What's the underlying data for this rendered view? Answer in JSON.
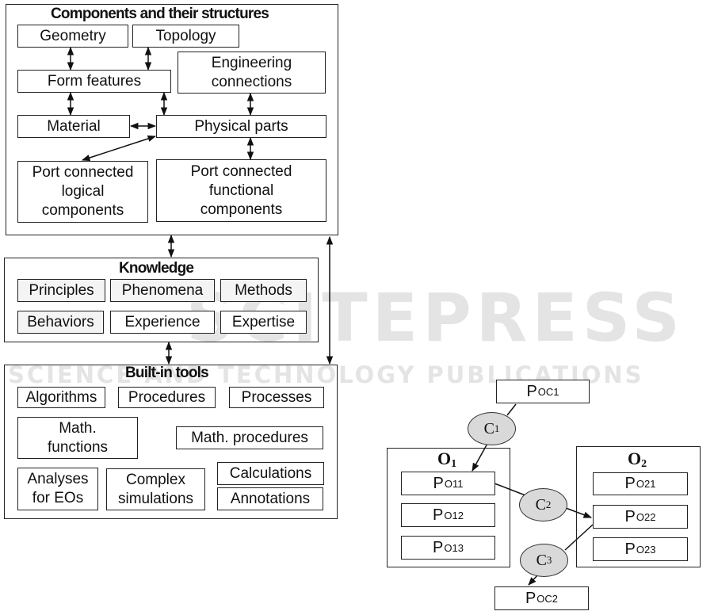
{
  "watermark": {
    "brand": "SCITEPRESS",
    "tagline": "SCIENCE AND TECHNOLOGY PUBLICATIONS"
  },
  "components": {
    "title": "Components and their structures",
    "geometry": "Geometry",
    "topology": "Topology",
    "form_features": "Form features",
    "engineering_connections": "Engineering connections",
    "material": "Material",
    "physical_parts": "Physical parts",
    "port_logical": "Port connected logical components",
    "port_functional": "Port connected functional components"
  },
  "knowledge": {
    "title": "Knowledge",
    "items": [
      "Principles",
      "Phenomena",
      "Methods",
      "Behaviors",
      "Experience",
      "Expertise"
    ]
  },
  "tools": {
    "title": "Built-in tools",
    "algorithms": "Algorithms",
    "procedures": "Procedures",
    "processes": "Processes",
    "math_functions": "Math. functions",
    "math_procedures": "Math. procedures",
    "analyses": "Analyses for EOs",
    "complex_simulations": "Complex simulations",
    "calculations": "Calculations",
    "annotations": "Annotations"
  },
  "objects": {
    "poc1": {
      "base": "P",
      "sub": "OC1"
    },
    "poc2": {
      "base": "P",
      "sub": "OC2"
    },
    "o1": {
      "base": "O",
      "sub": "1",
      "ports": [
        {
          "base": "P",
          "sub": "O11"
        },
        {
          "base": "P",
          "sub": "O12"
        },
        {
          "base": "P",
          "sub": "O13"
        }
      ]
    },
    "o2": {
      "base": "O",
      "sub": "2",
      "ports": [
        {
          "base": "P",
          "sub": "O21"
        },
        {
          "base": "P",
          "sub": "O22"
        },
        {
          "base": "P",
          "sub": "O23"
        }
      ]
    },
    "c1": {
      "base": "C",
      "sub": "1"
    },
    "c2": {
      "base": "C",
      "sub": "2"
    },
    "c3": {
      "base": "C",
      "sub": "3"
    }
  }
}
